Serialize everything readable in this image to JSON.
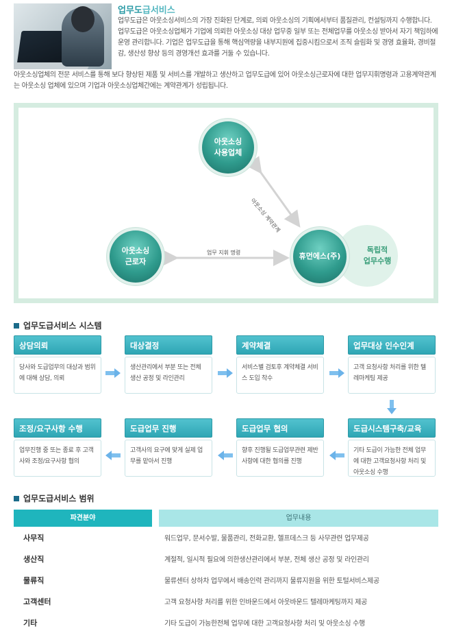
{
  "intro": {
    "title_a": "업무도",
    "title_b": "급서비스",
    "paragraph1": "업무도급은 아웃소싱서비스의 가장 진화된 단계로, 의뢰 아웃소싱의 기획에서부터 품질관리, 컨설팅까지 수행합니다. 업무도급은 아웃소싱업체가 기업에 의뢰한 아웃소싱 대상 업무중 일부 또는 전체업무를 아웃소싱 받아서 자기 책임하에 운영 관리합니다. 기업은 업무도급을 통해 핵심역량을 내부지원에 집중시킴으로서 조직 슬림화 및 경영 효율화, 경비절감, 생산성 향상 등의 경영개선 효과를 거둘 수 있습니다.",
    "paragraph2": "아웃소싱업체의 전문 서비스를 통해 보다 향상된 제품 및 서비스를 개발하고 생산하고 업무도급에 있어 아웃소싱근로자에 대한 업무지휘명령과 고용계약관계는 아웃소싱 업체에 있으며 기업과 아웃소싱업체간에는 계약관계가 성립됩니다."
  },
  "diagram": {
    "user_company_line1": "아웃소싱",
    "user_company_line2": "사용업체",
    "worker_line1": "아웃소싱",
    "worker_line2": "근로자",
    "provider": "휴먼에스(주)",
    "independent_line1": "독립적",
    "independent_line2": "업무수행",
    "contract_label": "아웃소싱 계약관계",
    "instruction_label": "업무 지휘 명령"
  },
  "system": {
    "heading": "업무도급서비스 시스템",
    "steps": [
      {
        "title": "상담의뢰",
        "body": "당사와 도급업무의 대상과 범위에 대해 상담, 의뢰"
      },
      {
        "title": "대상결정",
        "body": "생산관리에서 부분 또는 전체 생산 공정 및 라인관리"
      },
      {
        "title": "계약체결",
        "body": "서비스별 검토후 계약체결 서비스 도입 착수"
      },
      {
        "title": "업무대상 인수인계",
        "body": "고객 요청사항 처리를 위한 텔레마케팅 제공"
      },
      {
        "title": "도급시스템구축/교육",
        "body": "기타 도급이 가능한 전체 업무에 대한 고객요청사항 처리 및 아웃소싱 수행"
      },
      {
        "title": "도급업무 협의",
        "body": "향후 진행될 도급업무관련 제반 사항에 대한 협의를 진행"
      },
      {
        "title": "도급업무 진행",
        "body": "고객사의 요구에 맞게 실제 업무를 맡아서 진행"
      },
      {
        "title": "조정/요구사항 수행",
        "body": "업무진행 중 또는 종료 후 고객사와 조정/요구사항 협의"
      }
    ]
  },
  "scope": {
    "heading": "업무도급서비스 범위",
    "col_field": "파견분야",
    "col_content": "업무내용",
    "rows": [
      {
        "field": "사무직",
        "content": "워드업무, 문서수발, 물품관리, 전화교환, 헬프데스크 등 사무관련 업무제공"
      },
      {
        "field": "생산직",
        "content": "계절적, 일시적 필요에 의한생산관리에서 부분, 전체 생산 공정 및 라인관리"
      },
      {
        "field": "물류직",
        "content": "물류센터 상하차 업무에서 배송인력 관리까지 물류지원을 위한 토털서비스제공"
      },
      {
        "field": "고객센터",
        "content": "고객 요청사항 처리를 위한 인바운드에서 아웃바운드 텔레마케팅까지 제공"
      },
      {
        "field": "기타",
        "content": "기타 도급이 가능한전체 업무에 대한 고객요청사항 처리 및 아웃소싱 수행"
      }
    ]
  }
}
